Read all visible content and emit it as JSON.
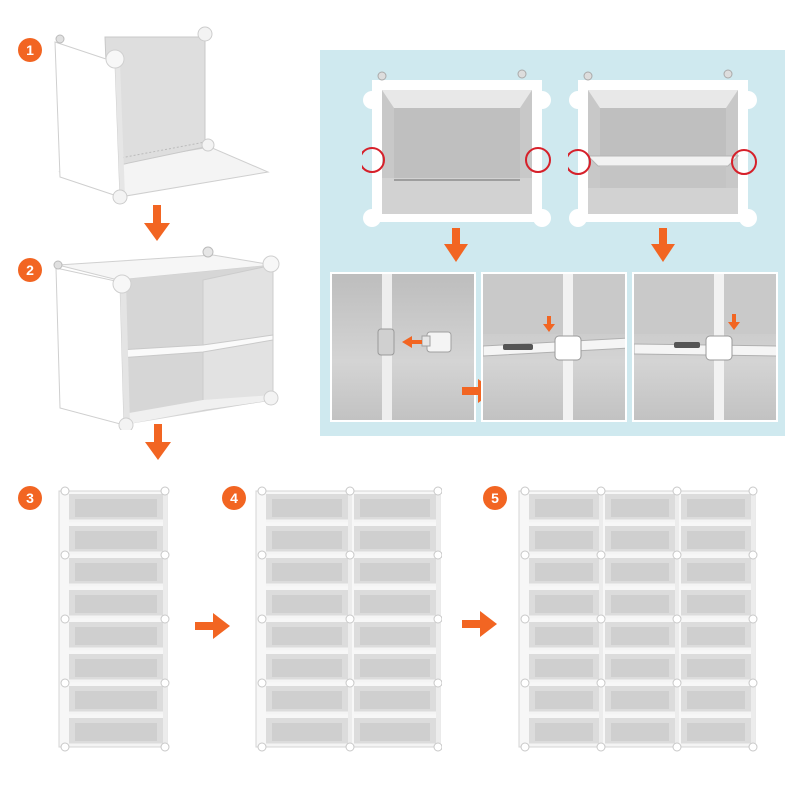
{
  "steps": [
    {
      "number": "1"
    },
    {
      "number": "2"
    },
    {
      "number": "3"
    },
    {
      "number": "4"
    },
    {
      "number": "5"
    }
  ],
  "colors": {
    "accent": "#f26522",
    "panel": "#cfe9ef",
    "panel_white": "#ffffff",
    "cube_interior": "#d8d8d8",
    "highlight_circle": "#d6202a"
  },
  "icons": [
    "arrow-down-icon",
    "arrow-right-icon",
    "connector-clip-icon",
    "highlight-circle-icon"
  ]
}
